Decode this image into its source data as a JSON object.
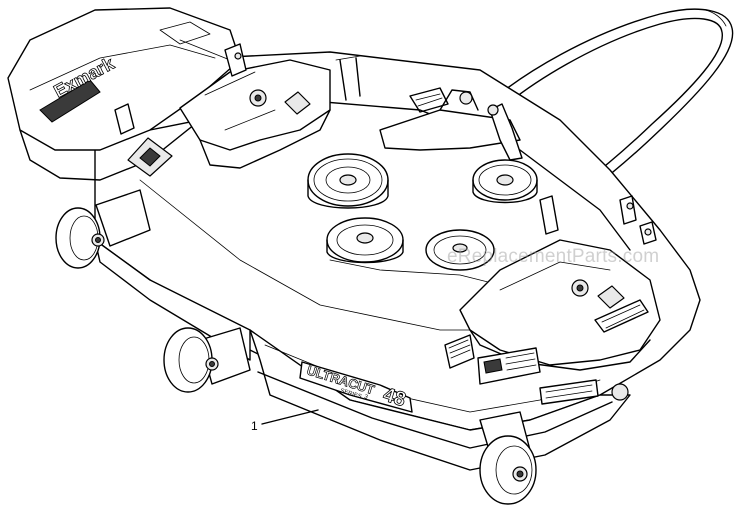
{
  "diagram": {
    "callouts": [
      {
        "label": "1"
      }
    ],
    "watermark": "eReplacementParts.com",
    "deck_brand_text": "ULTRACUT",
    "deck_size_text": "48",
    "deck_series_text": "SERIES",
    "deck_series_numeral": "3",
    "logo_text": "Exmark"
  }
}
